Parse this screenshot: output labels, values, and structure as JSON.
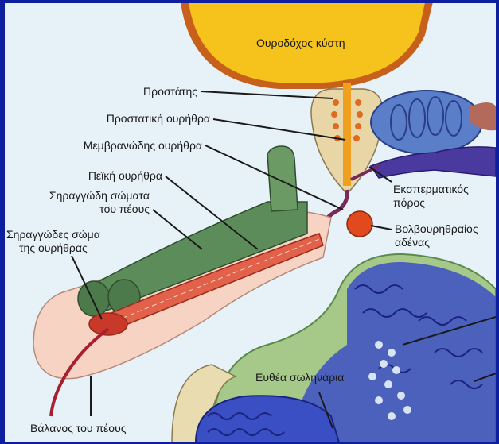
{
  "labels": {
    "bladder": "Ουροδόχος κύστη",
    "prostate": "Προστάτης",
    "prostatic_urethra": "Προστατική ουρήθρα",
    "membranous_urethra": "Μεμβρανώδης ουρήθρα",
    "penile_urethra": "Πεϊκή ουρήθρα",
    "corpora_cavernosa_line1": "Σηραγγώδη σώματα",
    "corpora_cavernosa_line2": "του πέους",
    "corpus_spongiosum_line1": "Σηραγγώδες σώμα",
    "corpus_spongiosum_line2": "της ουρήθρας",
    "ejaculatory_duct_line1": "Εκσπερματικός",
    "ejaculatory_duct_line2": "πόρος",
    "bulbourethral_line1": "Βολβουρηθραίος",
    "bulbourethral_line2": "αδένας",
    "seminiferous_tubules": "Ευθέα σωληνάρια",
    "glans": "Βάλανος του πέους"
  },
  "colors": {
    "frame": "#0d1f9e",
    "background": "#e6f1f8",
    "bladder": "#f6c21c",
    "bladder_rim": "#c7601a",
    "prostate": "#e8d6a6",
    "urethra": "#f0a020",
    "skin": "#f6d3c3",
    "cavernosa": "#5c8c5a",
    "spongiosum": "#e2614a",
    "duct": "#7a2a5a",
    "gland": "#e04a1c",
    "seminal": "#5a7ec8",
    "vas": "#4a3aa0",
    "testis_tubules": "#3b4fc4",
    "testis_bg": "#a6c98a"
  }
}
